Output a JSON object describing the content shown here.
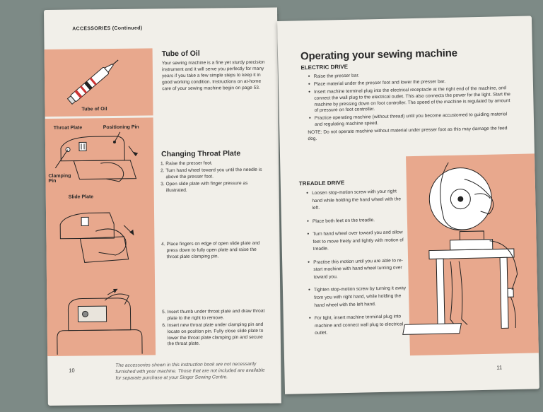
{
  "left_page": {
    "header": "ACCESSORIES (Continued)",
    "tube_of_oil": {
      "caption": "Tube of Oil",
      "title": "Tube of Oil",
      "text": "Your sewing machine is a fine yet sturdy precision instrument and it will serve you perfectly for many years if you take a few simple steps to keep it in good working condition. Instructions on at-home care of your sewing machine begin on page 53."
    },
    "labels": {
      "throat_plate": "Throat Plate",
      "positioning_pin": "Positioning Pin",
      "clamping_pin": "Clamping Pin",
      "slide_plate": "Slide Plate"
    },
    "changing_throat_plate": {
      "title": "Changing Throat Plate",
      "steps_a": [
        "Raise the presser foot.",
        "Turn hand wheel toward you until the needle is above the presser foot.",
        "Open slide plate with finger pressure as illustrated."
      ],
      "step_4": "Place fingers on edge of open slide plate and press down to fully open plate and raise the throat plate clamping pin.",
      "steps_b": [
        "Insert thumb under throat plate and draw throat plate to the right to remove.",
        "Insert new throat plate under clamping pin and locate on position pin. Fully close slide plate to lower the throat plate clamping pin and secure the throat plate."
      ]
    },
    "page_number": "10",
    "footnote": "The accessories shown in this instruction book are not necessarily furnished with your machine. Those that are not included are available for separate purchase at your Singer Sewing Centre."
  },
  "right_page": {
    "title": "Operating your sewing machine",
    "electric_drive": {
      "title": "ELECTRIC DRIVE",
      "bullets": [
        "Raise the presser bar.",
        "Place material under the presser foot and lower the presser bar.",
        "Insert machine terminal plug into the electrical receptacle at the right end of the machine, and connect the wall plug to the electrical outlet. This also connects the power for the light. Start the machine by pressing down on foot controller. The speed of the machine is regulated by amount of pressure on foot controller.",
        "Practice operating machine (without thread) until you become accustomed to guiding material and regulating machine speed."
      ],
      "note_label": "NOTE:",
      "note": "Do not operate machine without material under presser foot as this may damage the feed dog."
    },
    "treadle_drive": {
      "title": "TREADLE DRIVE",
      "bullets": [
        "Loosen stop-motion screw with your right hand while holding the hand wheel with the left.",
        "Place both feet on the treadle.",
        "Turn hand wheel over toward you and allow feet to move freely and lightly with motion of treadle.",
        "Practise this motion until you are able to re-start machine with hand wheel turning over toward you.",
        "Tighten stop-motion screw by turning it away from you with right hand, while holding the hand wheel with the left hand.",
        "For light, insert machine terminal plug into machine and connect wall plug to electrical outlet."
      ]
    },
    "page_number": "11"
  }
}
